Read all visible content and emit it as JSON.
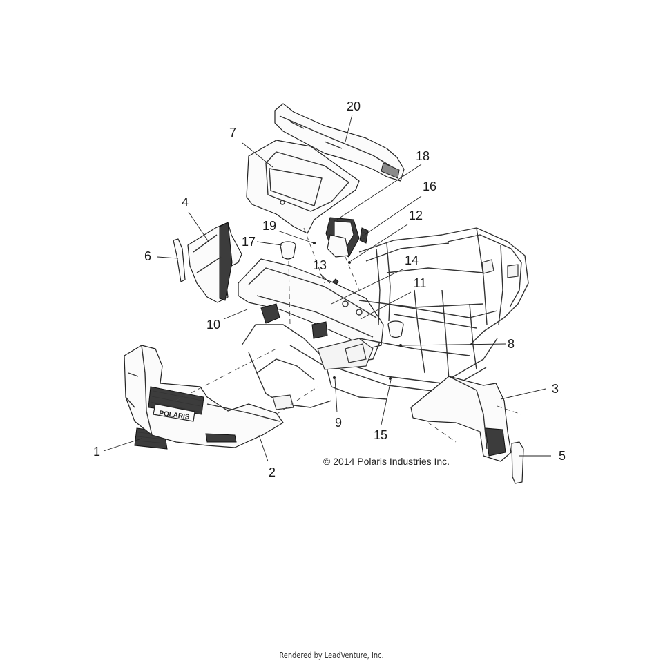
{
  "callouts": [
    {
      "num": "1"
    },
    {
      "num": "2"
    },
    {
      "num": "3"
    },
    {
      "num": "4"
    },
    {
      "num": "5"
    },
    {
      "num": "6"
    },
    {
      "num": "7"
    },
    {
      "num": "8"
    },
    {
      "num": "9"
    },
    {
      "num": "10"
    },
    {
      "num": "11"
    },
    {
      "num": "12"
    },
    {
      "num": "13"
    },
    {
      "num": "14"
    },
    {
      "num": "15"
    },
    {
      "num": "16"
    },
    {
      "num": "17"
    },
    {
      "num": "18"
    },
    {
      "num": "19"
    },
    {
      "num": "20"
    }
  ],
  "bumper_logo": "POLARIS",
  "copyright": "© 2014 Polaris Industries Inc.",
  "footer": "Rendered by LeadVenture, Inc."
}
